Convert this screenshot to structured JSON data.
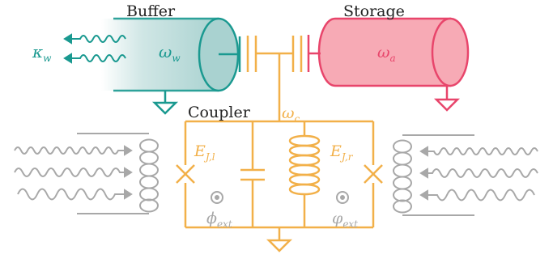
{
  "colors": {
    "buffer": "#1a9990",
    "buffer_fill": "#a9d2d0",
    "storage": "#e8456b",
    "storage_fill": "#f7aab5",
    "coupler": "#f2b049",
    "drive": "#a8a8a8",
    "text": "#222222"
  },
  "labels": {
    "buffer": "Buffer",
    "storage": "Storage",
    "coupler": "Coupler"
  },
  "symbols": {
    "kappa_w": {
      "base": "κ",
      "sub": "w"
    },
    "omega_w": {
      "base": "ω",
      "sub": "w"
    },
    "omega_a": {
      "base": "ω",
      "sub": "a"
    },
    "omega_c": {
      "base": "ω",
      "sub": "c"
    },
    "ej_left": {
      "base": "E",
      "sub": "J,l"
    },
    "ej_right": {
      "base": "E",
      "sub": "J,r"
    },
    "phi_ext": {
      "base": "ϕ",
      "sub": "ext"
    },
    "varphi_ext": {
      "base": "φ",
      "sub": "ext"
    }
  },
  "icons": [
    "ground-icon",
    "josephson-junction-icon",
    "capacitor-icon",
    "inductor-icon",
    "flux-bias-icon",
    "wavy-drive-arrow-icon"
  ]
}
